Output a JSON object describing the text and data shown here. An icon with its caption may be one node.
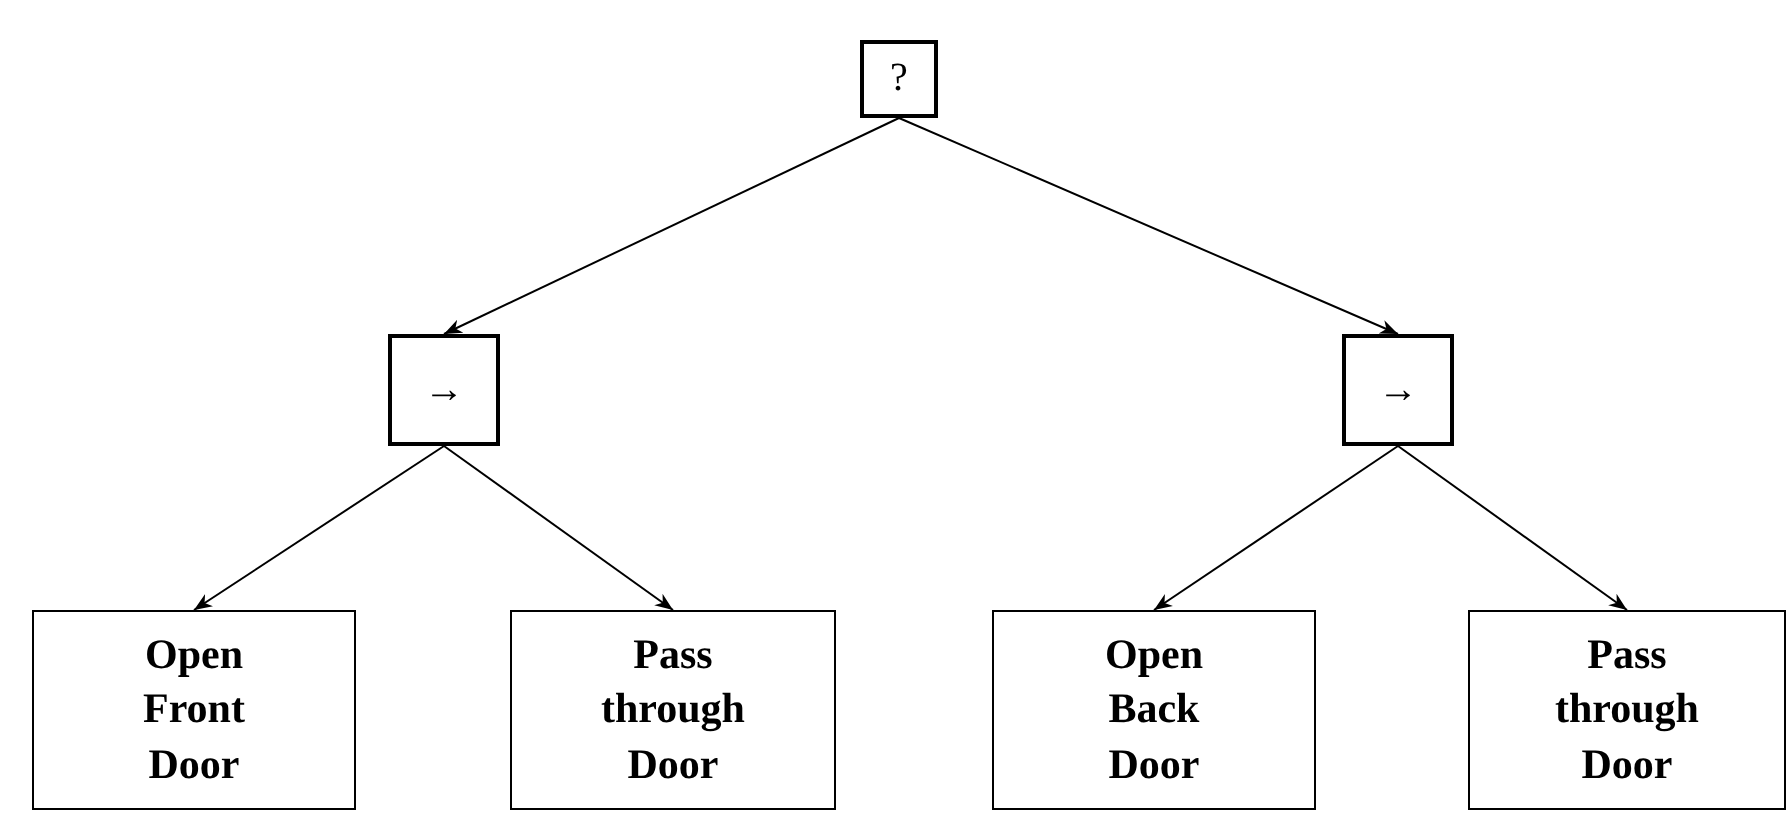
{
  "diagram": {
    "nodes": [
      {
        "text": [
          "?"
        ]
      },
      {
        "text": [
          "→"
        ]
      },
      {
        "text": [
          "→"
        ]
      },
      {
        "text": [
          "Open Front Door"
        ]
      },
      {
        "text": [
          "Pass through Door"
        ]
      },
      {
        "text": [
          "Open Back Door"
        ]
      },
      {
        "text": [
          "Pass through Door"
        ]
      }
    ],
    "edges": [
      {
        "from": 0,
        "to": 1,
        "arrow": "to"
      },
      {
        "from": 0,
        "to": 2,
        "arrow": "to"
      },
      {
        "from": 1,
        "to": 3,
        "arrow": "to"
      },
      {
        "from": 1,
        "to": 4,
        "arrow": "to"
      },
      {
        "from": 2,
        "to": 5,
        "arrow": "to"
      },
      {
        "from": 2,
        "to": 6,
        "arrow": "to"
      }
    ]
  }
}
